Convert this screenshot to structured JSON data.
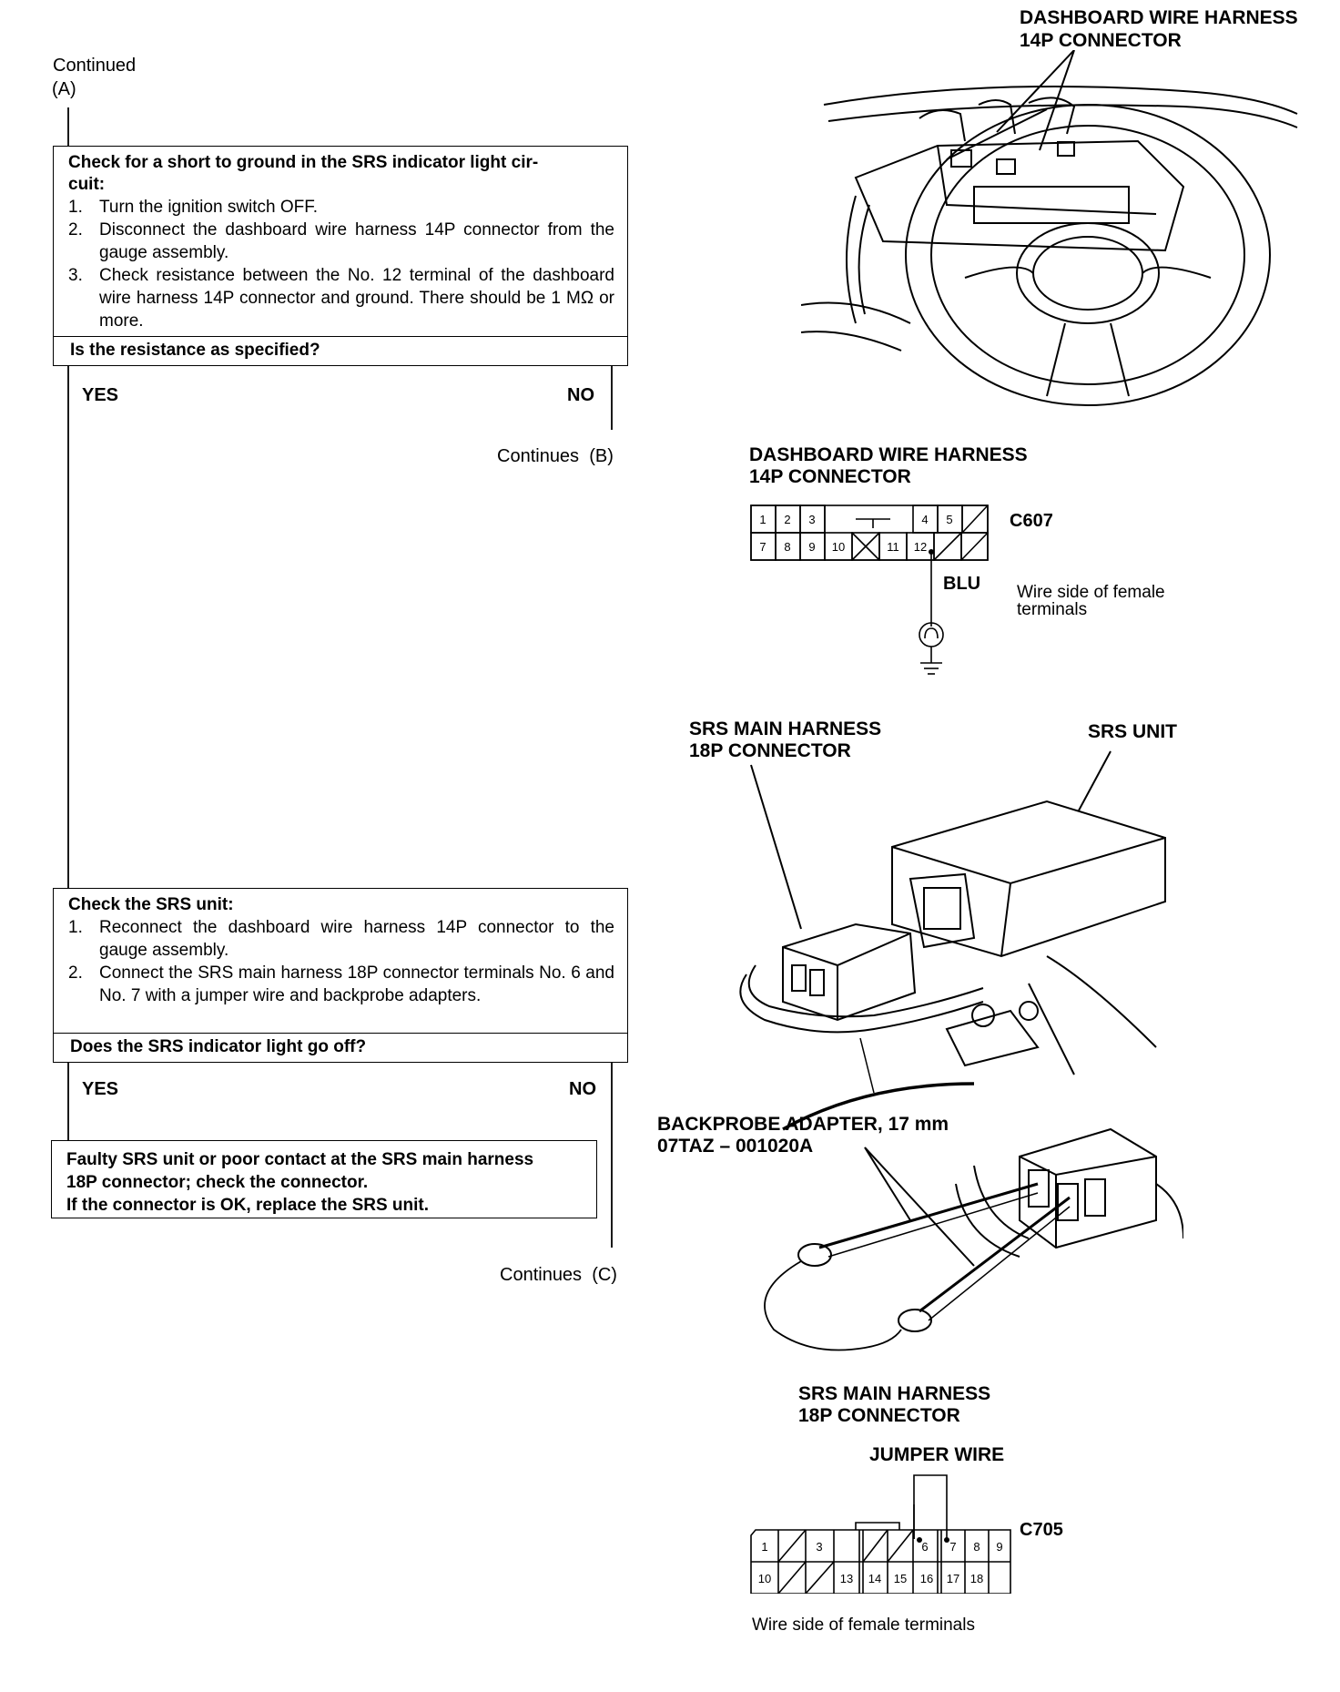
{
  "header": {
    "continued": "Continued",
    "entry": "(A)"
  },
  "step1": {
    "title_line1": "Check for a short to ground in the SRS indicator light cir-",
    "title_line2": "cuit:",
    "steps": [
      {
        "num": "1.",
        "text": "Turn the ignition switch OFF."
      },
      {
        "num": "2.",
        "text": "Disconnect the dashboard wire harness 14P connector from the gauge assembly."
      },
      {
        "num": "3.",
        "text": "Check resistance between the No. 12 terminal of the dashboard wire harness 14P connector and ground. There should be 1 MΩ or more."
      }
    ],
    "question": "Is the resistance as specified?",
    "yes": "YES",
    "no": "NO",
    "continues": "Continues",
    "continues_ref": "(B)"
  },
  "step2": {
    "title": "Check the SRS unit:",
    "steps": [
      {
        "num": "1.",
        "text": "Reconnect the dashboard wire harness 14P connector to the gauge assembly."
      },
      {
        "num": "2.",
        "text": "Connect the SRS main harness 18P connector terminals No. 6 and No. 7 with a jumper wire and backprobe adapters."
      }
    ],
    "question": "Does the SRS indicator light go off?",
    "yes": "YES",
    "no": "NO",
    "continues": "Continues",
    "continues_ref": "(C)"
  },
  "result": {
    "line1": "Faulty SRS unit or poor contact at the SRS main harness",
    "line2": "18P connector; check the connector.",
    "line3": "If the connector is OK, replace the SRS unit."
  },
  "fig1": {
    "label1": "DASHBOARD WIRE HARNESS",
    "label2": "14P CONNECTOR"
  },
  "fig2": {
    "label1": "DASHBOARD WIRE HARNESS",
    "label2": "14P CONNECTOR",
    "code": "C607",
    "wire": "BLU",
    "note1": "Wire side of female",
    "note2": "terminals",
    "terminals_top": [
      "1",
      "2",
      "3",
      "4",
      "5"
    ],
    "terminals_bottom": [
      "7",
      "8",
      "9",
      "10",
      "11",
      "12"
    ]
  },
  "fig3": {
    "srs_main1": "SRS MAIN HARNESS",
    "srs_main2": "18P CONNECTOR",
    "srs_unit": "SRS UNIT",
    "backprobe1": "BACKPROBE ADAPTER, 17 mm",
    "backprobe2": "07TAZ – 001020A",
    "bottom1": "SRS MAIN HARNESS",
    "bottom2": "18P CONNECTOR"
  },
  "fig4": {
    "jumper": "JUMPER WIRE",
    "code": "C705",
    "note": "Wire side of female terminals",
    "terminals_top": [
      "1",
      "3",
      "6",
      "7",
      "8",
      "9"
    ],
    "terminals_bottom": [
      "10",
      "13",
      "14",
      "15",
      "16",
      "17",
      "18"
    ]
  }
}
